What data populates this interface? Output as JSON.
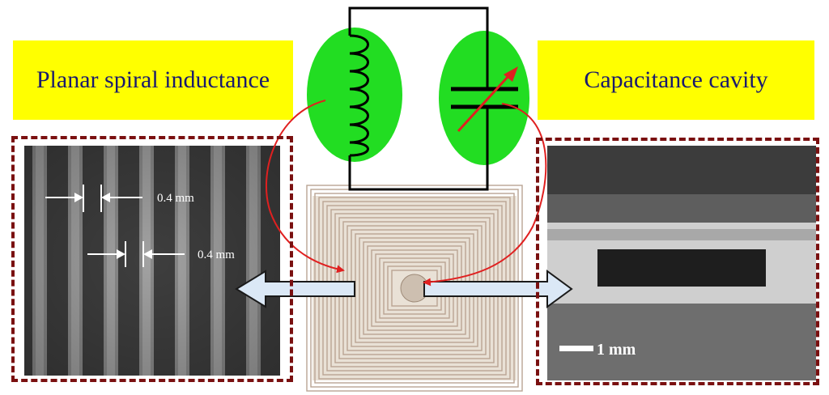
{
  "labels": {
    "left": "Planar spiral inductance",
    "right": "Capacitance cavity"
  },
  "dimensions": {
    "top_gap": "0.4 mm",
    "bottom_gap": "0.4 mm"
  },
  "scale_bar": "1 mm",
  "colors": {
    "label_bg": "#ffff00",
    "label_text": "#1a1a6e",
    "highlight_ellipse": "#22dd22",
    "frame_dash": "#7a1010",
    "arrow_red": "#e02020",
    "block_arrow_fill": "#dbe8f6"
  }
}
